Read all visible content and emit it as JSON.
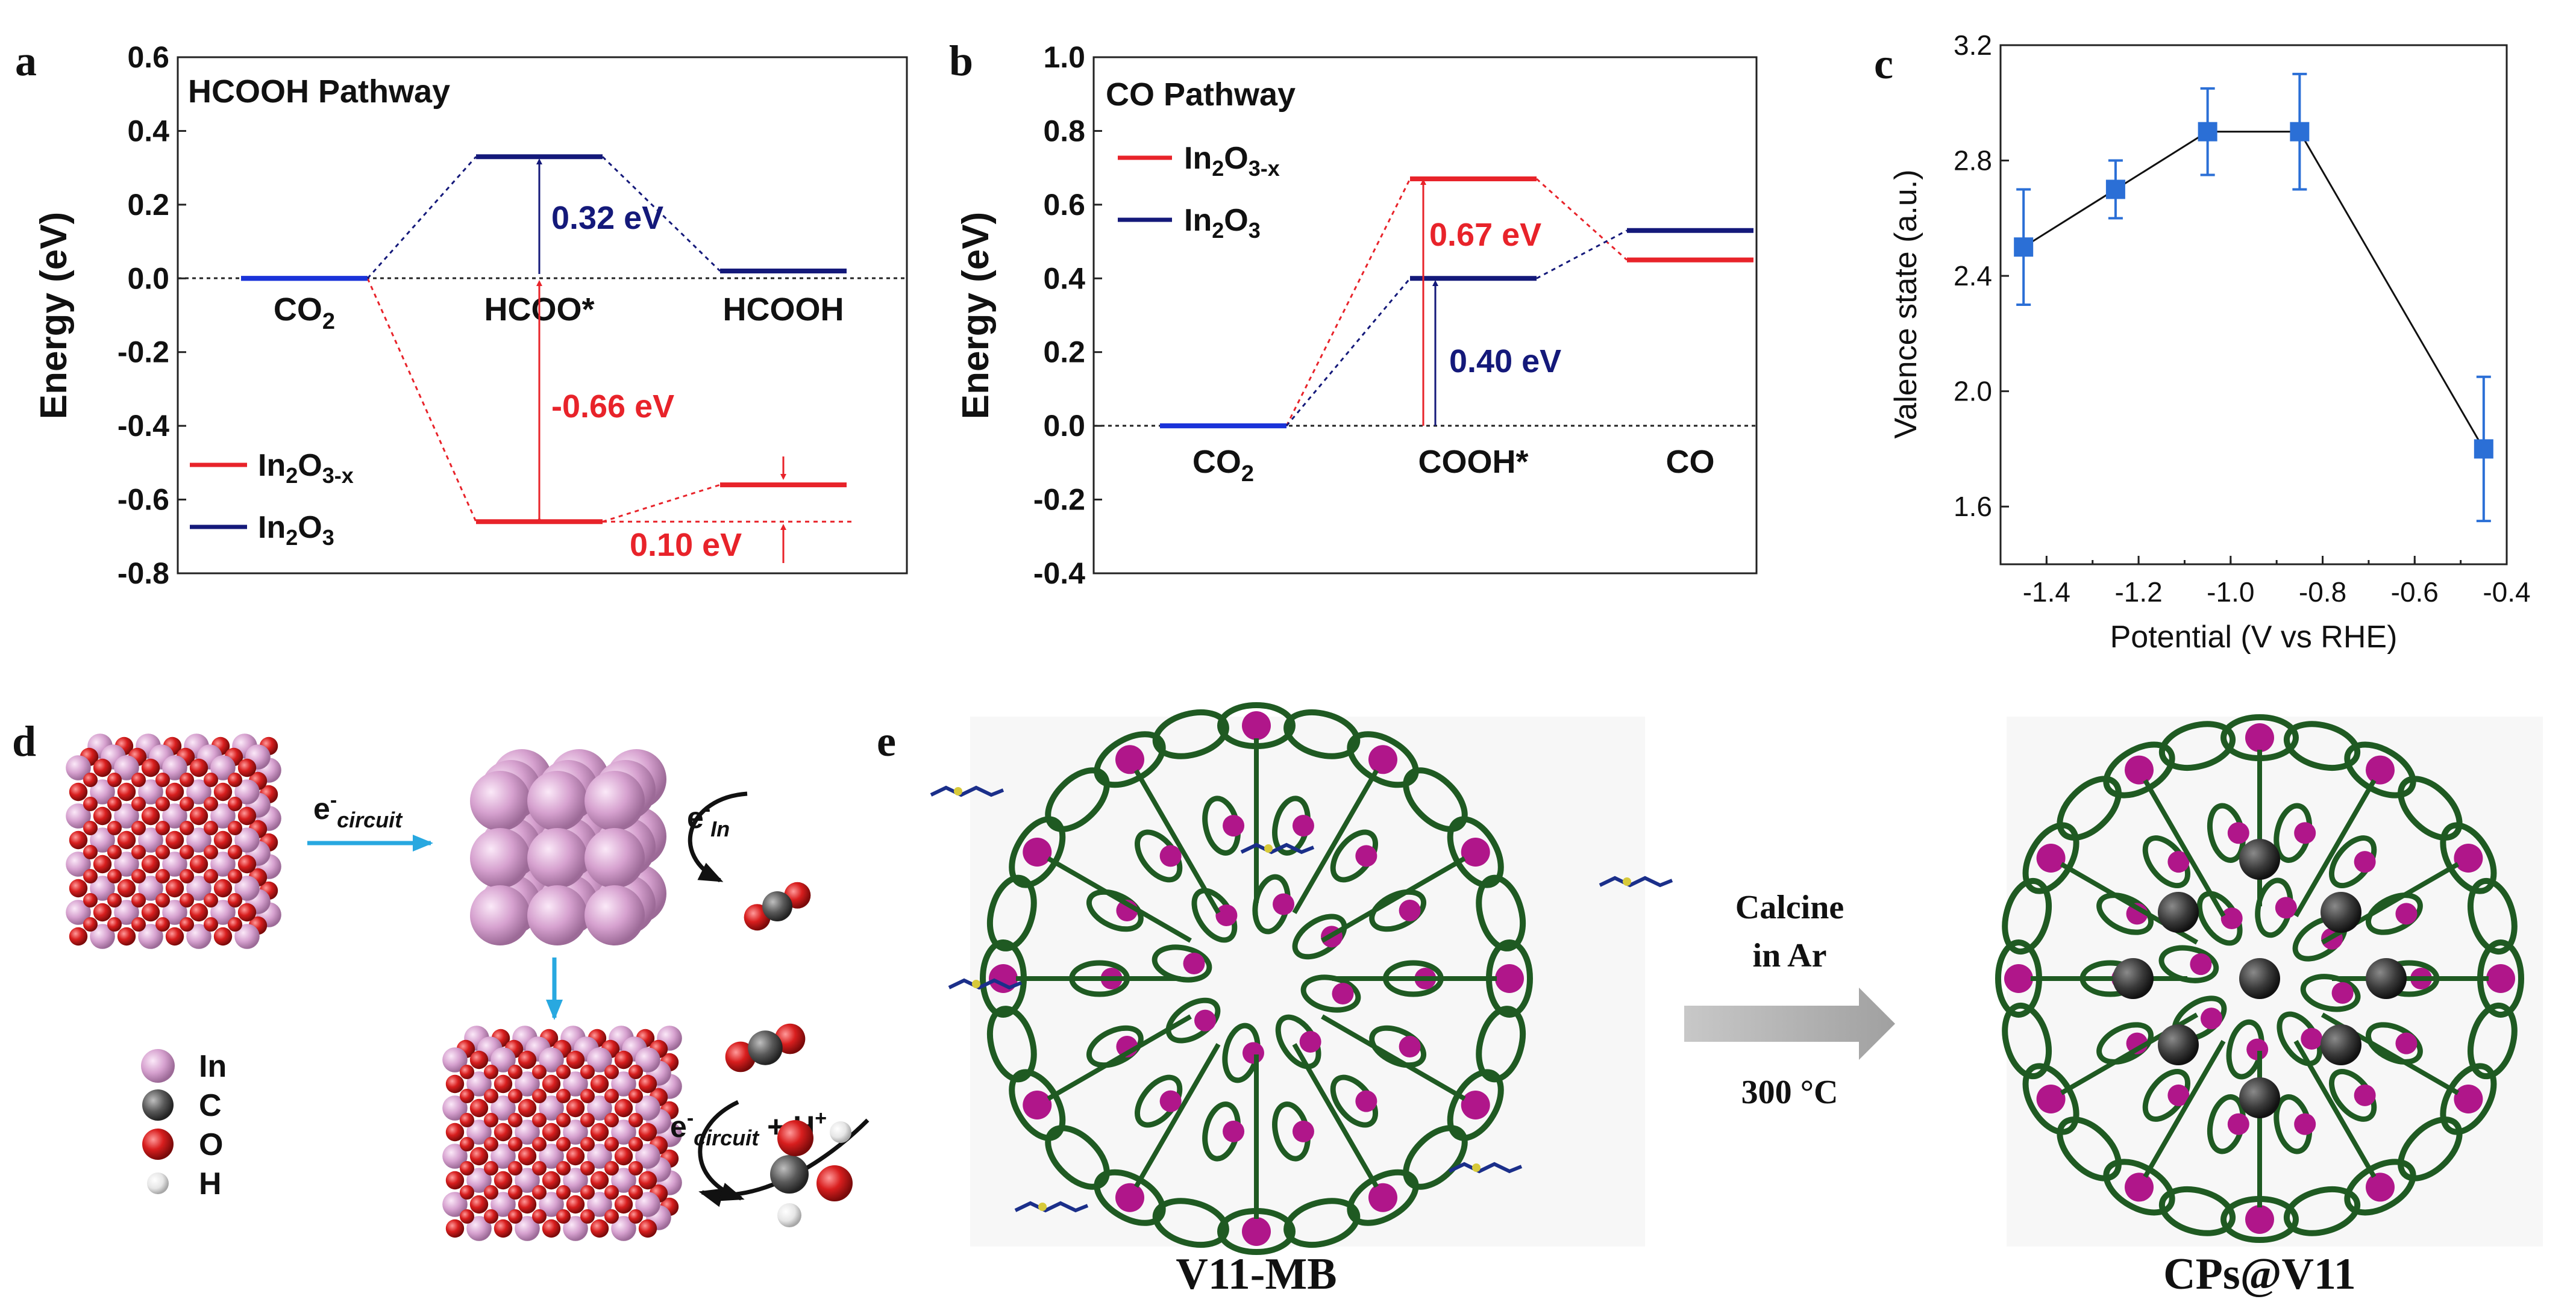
{
  "colors": {
    "red": "#e8232a",
    "navy": "#14197a",
    "blue": "#1a33d9",
    "marker": "#2b6fd6",
    "indium": "#d6a1cf",
    "oxygen": "#d81e1e",
    "carbon": "#4a4a4a",
    "hydrogen": "#e6e6e6",
    "framework": "#1f5a22",
    "metal": "#b0168a",
    "arrow_gray": "#a9a9a9"
  },
  "panels": {
    "a": {
      "letter": "a",
      "title": "HCOOH Pathway",
      "ylabel": "Energy (eV)",
      "state_labels": [
        "CO",
        "HCOO*",
        "HCOOH"
      ],
      "subscript_co2": "2",
      "legend": [
        {
          "base": "In",
          "sub1": "2",
          "mid": "O",
          "sub2": "3-x"
        },
        {
          "base": "In",
          "sub1": "2",
          "mid": "O",
          "sub2": "3"
        }
      ],
      "annotations": {
        "navy": "0.32 eV",
        "red_big": "-0.66 eV",
        "red_small": "0.10 eV"
      }
    },
    "b": {
      "letter": "b",
      "title": "CO Pathway",
      "ylabel": "Energy (eV)",
      "state_labels": [
        "CO",
        "COOH*",
        "CO"
      ],
      "subscript_co2": "2",
      "legend": [
        {
          "base": "In",
          "sub1": "2",
          "mid": "O",
          "sub2": "3-x"
        },
        {
          "base": "In",
          "sub1": "2",
          "mid": "O",
          "sub2": "3"
        }
      ],
      "annotations": {
        "red": "0.67 eV",
        "navy": "0.40 eV"
      }
    },
    "c": {
      "letter": "c",
      "xlabel": "Potential (V vs RHE)",
      "ylabel": "Valence state (a.u.)"
    },
    "d": {
      "letter": "d",
      "e_circuit_top": {
        "e": "e",
        "sup": "-",
        "sub": "circuit"
      },
      "e_in": {
        "e": "e",
        "sup": "-",
        "sub": "In"
      },
      "e_circuit_bottom": {
        "e": "e",
        "sup": "-",
        "sub": "circuit",
        "suffix": " + H",
        "suffix_sup": "+"
      },
      "legend": [
        "In",
        "C",
        "O",
        "H"
      ]
    },
    "e": {
      "letter": "e",
      "left_caption": "V11-MB",
      "arrow_top": "Calcine",
      "arrow_mid": "in Ar",
      "arrow_bottom": "300 °C",
      "right_caption": "CPs@V11"
    }
  },
  "chart_data": [
    {
      "panel": "a",
      "type": "line",
      "title": "HCOOH Pathway",
      "xlabel": "",
      "ylabel": "Energy (eV)",
      "ylim": [
        -0.8,
        0.6
      ],
      "yticks": [
        -0.8,
        -0.6,
        -0.4,
        -0.2,
        0.0,
        0.2,
        0.4,
        0.6
      ],
      "categories": [
        "CO2",
        "HCOO*",
        "HCOOH"
      ],
      "series": [
        {
          "name": "In2O3-x",
          "values": [
            0.0,
            -0.66,
            -0.56
          ]
        },
        {
          "name": "In2O3",
          "values": [
            0.0,
            0.33,
            0.02
          ]
        }
      ],
      "grid": false,
      "legend_position": "bottom-left"
    },
    {
      "panel": "b",
      "type": "line",
      "title": "CO Pathway",
      "xlabel": "",
      "ylabel": "Energy (eV)",
      "ylim": [
        -0.4,
        1.0
      ],
      "yticks": [
        -0.4,
        -0.2,
        0.0,
        0.2,
        0.4,
        0.6,
        0.8,
        1.0
      ],
      "categories": [
        "CO2",
        "COOH*",
        "CO"
      ],
      "series": [
        {
          "name": "In2O3-x",
          "values": [
            0.0,
            0.67,
            0.45
          ]
        },
        {
          "name": "In2O3",
          "values": [
            0.0,
            0.4,
            0.53
          ]
        }
      ],
      "grid": false,
      "legend_position": "top-left"
    },
    {
      "panel": "c",
      "type": "scatter",
      "xlabel": "Potential (V vs RHE)",
      "ylabel": "Valence state (a.u.)",
      "xlim": [
        -1.5,
        -0.4
      ],
      "ylim": [
        1.4,
        3.2
      ],
      "xticks": [
        -1.4,
        -1.2,
        -1.0,
        -0.8,
        -0.6,
        -0.4
      ],
      "yticks": [
        1.6,
        2.0,
        2.4,
        2.8,
        3.2
      ],
      "x": [
        -1.45,
        -1.25,
        -1.05,
        -0.85,
        -0.45
      ],
      "series": [
        {
          "values": [
            2.5,
            2.7,
            2.9,
            2.9,
            1.8
          ],
          "err": [
            0.2,
            0.1,
            0.15,
            0.2,
            0.25
          ]
        }
      ],
      "grid": false
    }
  ]
}
